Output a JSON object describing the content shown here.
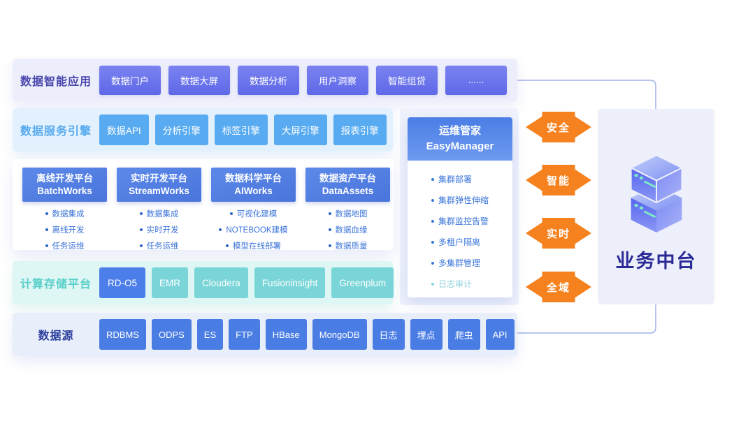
{
  "app_layer": {
    "label": "数据智能应用",
    "items": [
      "数据门户",
      "数据大屏",
      "数据分析",
      "用户洞察",
      "智能组贷",
      "......"
    ]
  },
  "service_layer": {
    "label": "数据服务引擎",
    "items": [
      "数据API",
      "分析引擎",
      "标签引擎",
      "大屏引擎",
      "报表引擎"
    ]
  },
  "platforms": [
    {
      "title_cn": "离线开发平台",
      "title_en": "BatchWorks",
      "features": [
        "数据集成",
        "离线开发",
        "任务运维"
      ]
    },
    {
      "title_cn": "实时开发平台",
      "title_en": "StreamWorks",
      "features": [
        "数据集成",
        "实时开发",
        "任务运维"
      ]
    },
    {
      "title_cn": "数据科学平台",
      "title_en": "AIWorks",
      "features": [
        "可视化建模",
        "NOTEBOOK建模",
        "模型在线部署"
      ]
    },
    {
      "title_cn": "数据资产平台",
      "title_en": "DataAssets",
      "features": [
        "数据地图",
        "数据血缘",
        "数据质量"
      ]
    }
  ],
  "ops_manager": {
    "title_cn": "运维管家",
    "title_en": "EasyManager",
    "features": [
      "集群部署",
      "集群弹性伸缩",
      "集群监控告警",
      "多租户隔离",
      "多集群管理",
      "日志审计"
    ]
  },
  "compute_layer": {
    "label": "计算存储平台",
    "items": [
      "RD-O5",
      "EMR",
      "Cloudera",
      "Fusioninsight",
      "Greenplum"
    ]
  },
  "source_layer": {
    "label": "数据源",
    "items": [
      "RDBMS",
      "ODPS",
      "ES",
      "FTP",
      "HBase",
      "MongoDB",
      "日志",
      "埋点",
      "爬虫",
      "API"
    ]
  },
  "capability_arrows": [
    "安全",
    "智能",
    "实时",
    "全域"
  ],
  "business_platform": {
    "label": "业务中台",
    "icon": "server-stack-icon"
  },
  "colors": {
    "app_accent": "#6b74ea",
    "service_accent": "#58abf1",
    "platform_accent": "#4e7ee2",
    "compute_accent": "#7ad5d8",
    "source_accent": "#4a7de4",
    "arrow_orange": "#f5821f",
    "connector": "#9fb2e9",
    "ops_muted_item": "#8ccfdd"
  }
}
